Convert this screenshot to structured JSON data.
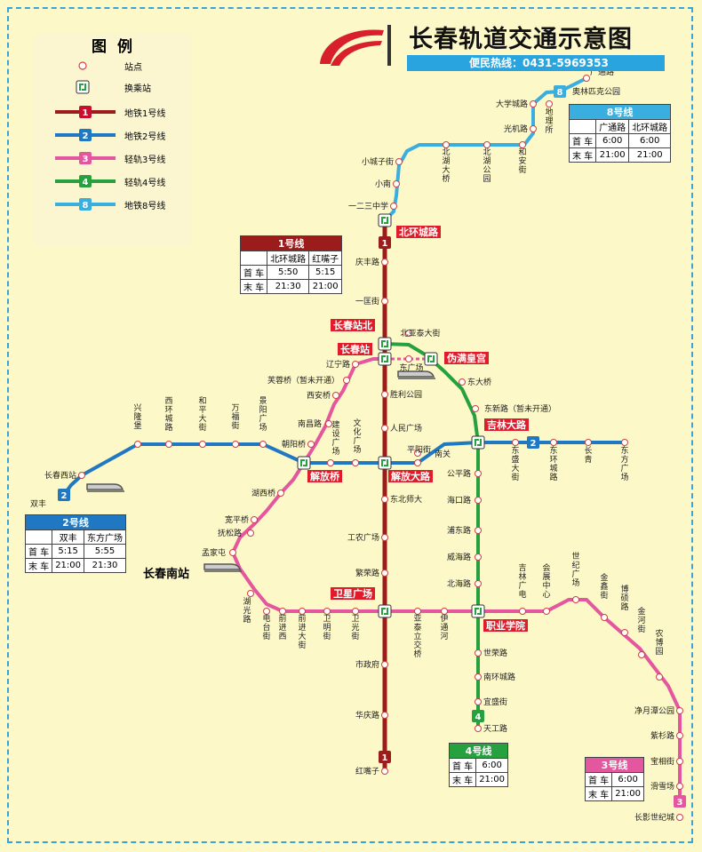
{
  "title": "长春轨道交通示意图",
  "hotline": "便民热线：0431-5969353",
  "legend": {
    "title": "图例",
    "station": "站点",
    "transfer": "换乘站",
    "line1": "地铁1号线",
    "line2": "地铁2号线",
    "line3": "轻轨3号线",
    "line4": "轻轨4号线",
    "line8": "地铁8号线",
    "line1_num": "1",
    "line2_num": "2",
    "line3_num": "3",
    "line4_num": "4",
    "line8_num": "8"
  },
  "colors": {
    "line1": "#9c1c1c",
    "line2": "#1f78c1",
    "line3": "#e4569e",
    "line4": "#27a03f",
    "line8": "#3aaedf",
    "transfer_label_bg": "#e01c2a"
  },
  "timetables": {
    "line1": {
      "name": "1号线",
      "col1": "北环城路",
      "col2": "红嘴子",
      "first": "首 车",
      "last": "末 车",
      "f1": "5:50",
      "f2": "5:15",
      "l1": "21:30",
      "l2": "21:00"
    },
    "line2": {
      "name": "2号线",
      "col1": "双丰",
      "col2": "东方广场",
      "first": "首 车",
      "last": "末 车",
      "f1": "5:15",
      "f2": "5:55",
      "l1": "21:00",
      "l2": "21:30"
    },
    "line8": {
      "name": "8号线",
      "col1": "广通路",
      "col2": "北环城路",
      "first": "首 车",
      "last": "末 车",
      "f1": "6:00",
      "f2": "6:00",
      "l1": "21:00",
      "l2": "21:00"
    },
    "line4": {
      "name": "4号线",
      "first": "首 车",
      "last": "末 车",
      "f1": "6:00",
      "l1": "21:00"
    },
    "line3": {
      "name": "3号线",
      "first": "首 车",
      "last": "末 车",
      "f1": "6:00",
      "l1": "21:00"
    }
  },
  "transfer_labels": {
    "beihuan": "北环城路",
    "changchun_north": "长春站北",
    "changchun": "长春站",
    "weiman": "伪满皇宫",
    "jilin": "吉林大路",
    "jiefangqiao": "解放桥",
    "jiefang": "解放大路",
    "weixing": "卫星广场",
    "zhiye": "职业学院"
  },
  "railway_stations": {
    "south": "长春南站"
  },
  "stations": {
    "line1": [
      "庆丰路",
      "一匡街",
      "北亚泰大街",
      "胜利公园",
      "人民广场",
      "平阳街",
      "东北师大",
      "工农广场",
      "繁荣路",
      "市政府",
      "华庆路",
      "红嘴子"
    ],
    "line2": [
      "长春西站",
      "双丰",
      "兴隆堡",
      "西环城路",
      "和平大街",
      "万福街",
      "景阳广场",
      "建设广场",
      "文化广场",
      "南关",
      "东盛大街",
      "东环城路",
      "长青",
      "东方广场"
    ],
    "line3": [
      "辽宁路",
      "芙蓉桥（暂未开通）",
      "西安桥",
      "南昌路",
      "朝阳桥",
      "湖西桥",
      "宽平桥",
      "抚松路",
      "孟家屯",
      "湖光路",
      "电台街",
      "前进西",
      "前进大街",
      "卫明街",
      "卫光街",
      "亚泰立交桥",
      "伊通河",
      "吉林广电",
      "会展中心",
      "世纪广场",
      "金鑫街",
      "博硕路",
      "金河街",
      "农博园",
      "净月潭公园",
      "紫杉路",
      "宝相街",
      "滑雪场",
      "长影世纪城"
    ],
    "line4": [
      "东广场",
      "东大桥",
      "东新路（暂未开通）",
      "公平路",
      "海口路",
      "浦东路",
      "威海路",
      "北海路",
      "世荣路",
      "南环城路",
      "宜盛街",
      "天工路"
    ],
    "line8": [
      "广通路",
      "奥林匹克公园",
      "地理所",
      "大学城路",
      "光机路",
      "和安街",
      "北湖公园",
      "北湖大桥",
      "小城子街",
      "小南",
      "一二三中学"
    ]
  }
}
